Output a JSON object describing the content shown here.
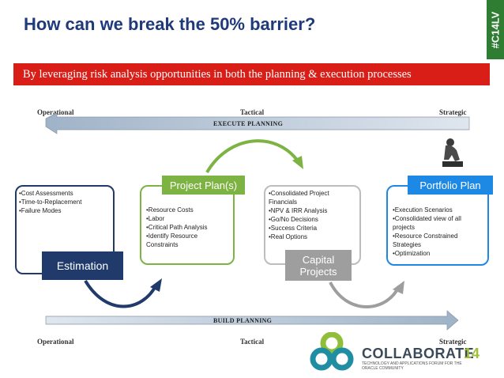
{
  "title": "How can we break the 50% barrier?",
  "hashtag": "#C14LV",
  "subtitle": "By leveraging risk analysis opportunities in both the planning  & execution processes",
  "top_axis": {
    "left": "Operational",
    "center": "Tactical",
    "right": "Strategic",
    "band": "EXECUTE PLANNING"
  },
  "bottom_axis": {
    "left": "Operational",
    "center": "Tactical",
    "right": "Strategic",
    "band": "BUILD PLANNING"
  },
  "boxes": [
    {
      "tag": "Estimation",
      "items": [
        "•Cost Assessments",
        "•Time-to-Replacement",
        "•Failure Modes"
      ]
    },
    {
      "tag": "Project Plan(s)",
      "items": [
        "•Resource Costs",
        "•Labor",
        "•Critical Path Analysis",
        "•Identify Resource Constraints"
      ]
    },
    {
      "tag": "Capital Projects",
      "items": [
        "•Consolidated Project Financials",
        "•NPV & IRR Analysis",
        "•Go/No Decisions",
        "•Success Criteria",
        "•Real Options"
      ]
    },
    {
      "tag": "Portfolio Plan",
      "items": [
        "•Execution Scenarios",
        "•Consolidated view of all projects",
        "•Resource Constrained Strategies",
        "•Optimization"
      ]
    }
  ],
  "logo": {
    "wordmark": "COLLABORATE",
    "year": "14",
    "tagline": "TECHNOLOGY AND APPLICATIONS FORUM FOR THE ORACLE COMMUNITY"
  },
  "colors": {
    "title": "#1f3a7a",
    "banner": "#d91e18",
    "green": "#7cb342",
    "navy": "#1f3a6b",
    "blue": "#1e88e5",
    "gray": "#9e9e9e",
    "teal": "#1f8ea3"
  },
  "icons": [
    "thinker-statue-icon",
    "collaborate-logo-icon"
  ]
}
